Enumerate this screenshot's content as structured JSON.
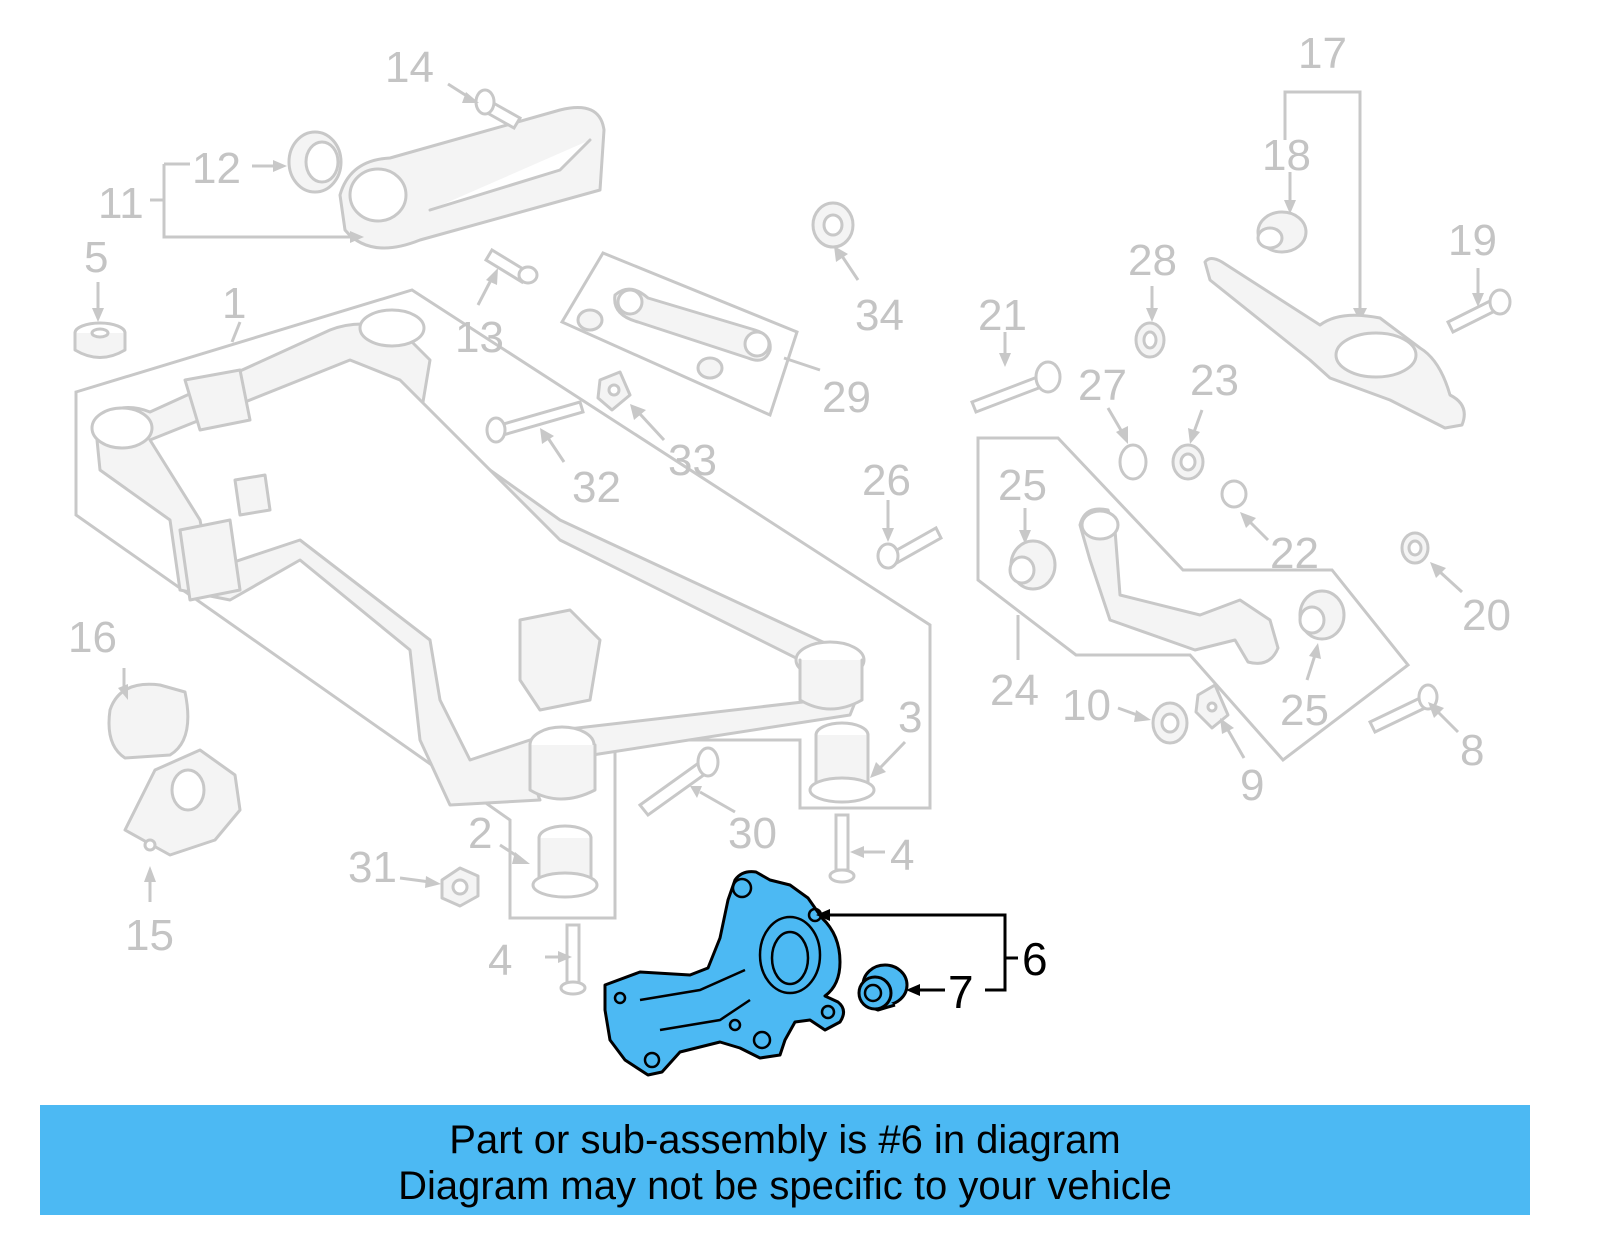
{
  "callouts": {
    "c1": "1",
    "c2": "2",
    "c3": "3",
    "c4a": "4",
    "c4b": "4",
    "c5": "5",
    "c6": "6",
    "c7": "7",
    "c8": "8",
    "c9": "9",
    "c10": "10",
    "c11": "11",
    "c12": "12",
    "c13": "13",
    "c14": "14",
    "c15": "15",
    "c16": "16",
    "c17": "17",
    "c18": "18",
    "c19": "19",
    "c20": "20",
    "c21": "21",
    "c22": "22",
    "c23": "23",
    "c24": "24",
    "c25a": "25",
    "c25b": "25",
    "c26": "26",
    "c27": "27",
    "c28": "28",
    "c29": "29",
    "c30": "30",
    "c31": "31",
    "c32": "32",
    "c33": "33",
    "c34": "34"
  },
  "banner": {
    "line1": "Part or sub-assembly is #6 in diagram",
    "line2": "Diagram may not be specific to your vehicle"
  },
  "colors": {
    "highlight": "#4cb9f3",
    "line_art": "#c8c8c8",
    "callout_text": "#c4c4c4"
  }
}
